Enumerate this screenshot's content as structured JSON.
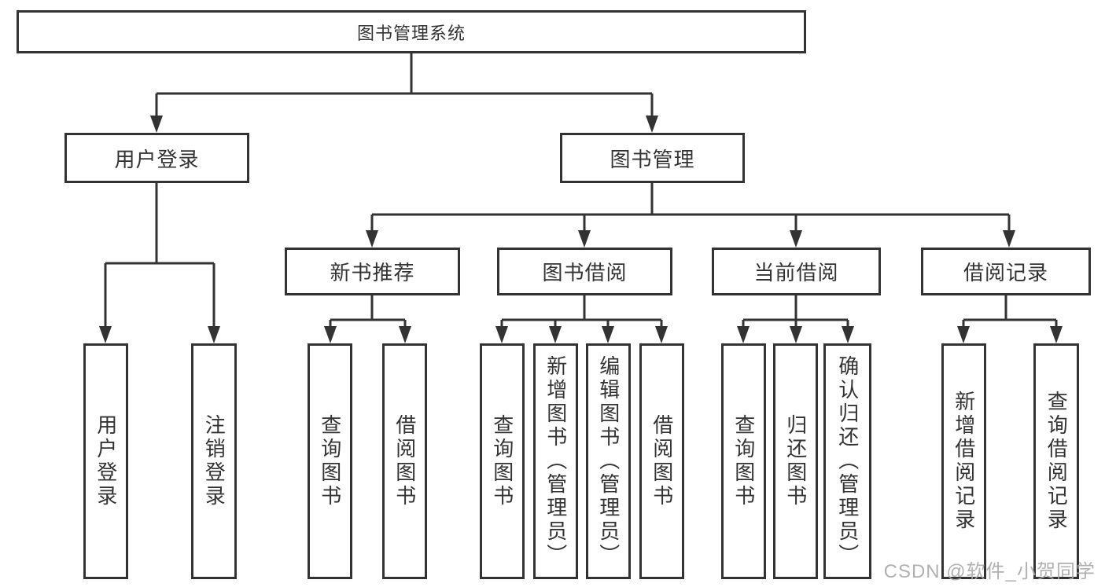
{
  "watermark": "CSDN @软件_小贺同学",
  "colors": {
    "line": "#333333",
    "text": "#333333",
    "box_background": "#ffffff",
    "watermark": "#a8a8a8"
  },
  "tree": {
    "label": "图书管理系统",
    "children": [
      {
        "label": "用户登录",
        "children": [
          {
            "label": "用户登录"
          },
          {
            "label": "注销登录"
          }
        ]
      },
      {
        "label": "图书管理",
        "children": [
          {
            "label": "新书推荐",
            "children": [
              {
                "label": "查询图书"
              },
              {
                "label": "借阅图书"
              }
            ]
          },
          {
            "label": "图书借阅",
            "children": [
              {
                "label": "查询图书"
              },
              {
                "label": "新增图书（管理员）"
              },
              {
                "label": "编辑图书（管理员）"
              },
              {
                "label": "借阅图书"
              }
            ]
          },
          {
            "label": "当前借阅",
            "children": [
              {
                "label": "查询图书"
              },
              {
                "label": "归还图书"
              },
              {
                "label": "确认归还（管理员）"
              }
            ]
          },
          {
            "label": "借阅记录",
            "children": [
              {
                "label": "新增借阅记录"
              },
              {
                "label": "查询借阅记录"
              }
            ]
          }
        ]
      }
    ]
  }
}
